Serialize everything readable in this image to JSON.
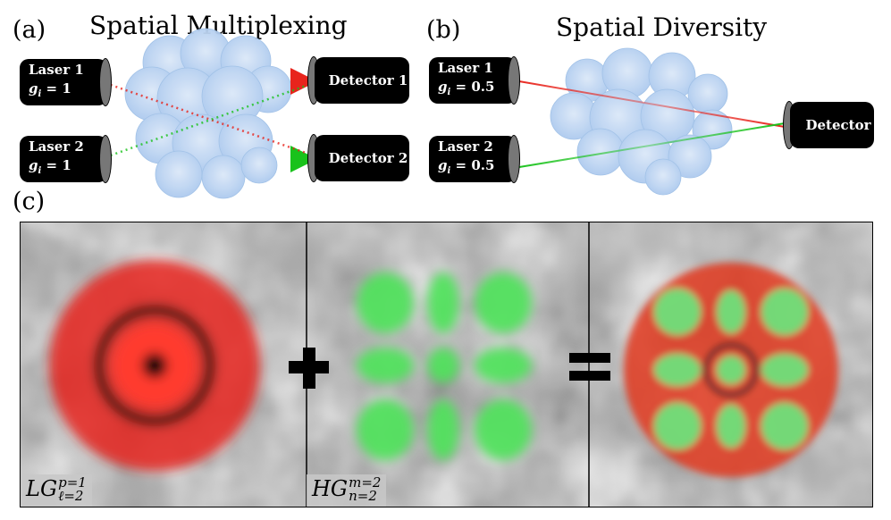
{
  "panel_a": {
    "label": "(a)",
    "title": "Spatial Multiplexing",
    "laser1": {
      "name": "Laser 1",
      "gain_symbol": "g",
      "gain_sub": "i",
      "gain_value": "= 1"
    },
    "laser2": {
      "name": "Laser 2",
      "gain_symbol": "g",
      "gain_sub": "i",
      "gain_value": "= 1"
    },
    "detector1": "Detector 1",
    "detector2": "Detector 2"
  },
  "panel_b": {
    "label": "(b)",
    "title": "Spatial Diversity",
    "laser1": {
      "name": "Laser 1",
      "gain_symbol": "g",
      "gain_sub": "i",
      "gain_value": "= 0.5"
    },
    "laser2": {
      "name": "Laser 2",
      "gain_symbol": "g",
      "gain_sub": "i",
      "gain_value": "= 0.5"
    },
    "detector": "Detector"
  },
  "panel_c": {
    "label": "(c)",
    "mode1": {
      "base": "LG",
      "sup": "p=1",
      "sub": "ℓ=2"
    },
    "mode2": {
      "base": "HG",
      "sup": "m=2",
      "sub": "n=2"
    },
    "plus_symbol": "+",
    "equals_symbol": "="
  },
  "colors": {
    "red_beam": "#e8241c",
    "green_beam": "#19c21b",
    "cloud": "#b9d3f2",
    "device": "#000000"
  }
}
